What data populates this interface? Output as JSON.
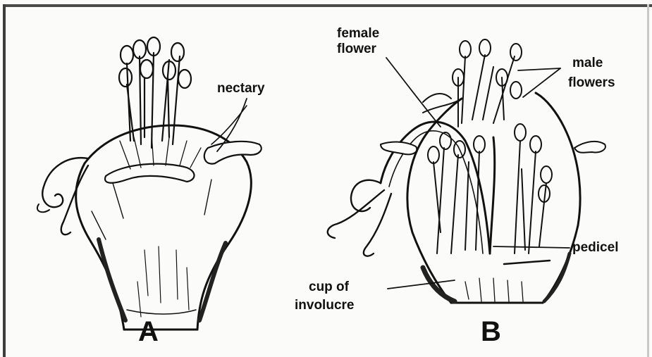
{
  "figure": {
    "panel_a": {
      "letter": "A",
      "label_nectary": "nectary"
    },
    "panel_b": {
      "letter": "B",
      "label_female_1": "female",
      "label_female_2": "flower",
      "label_male_1": "male",
      "label_male_2": "flowers",
      "label_pedicel": "pedicel",
      "label_cup_1": "cup of",
      "label_cup_2": "involucre"
    }
  }
}
